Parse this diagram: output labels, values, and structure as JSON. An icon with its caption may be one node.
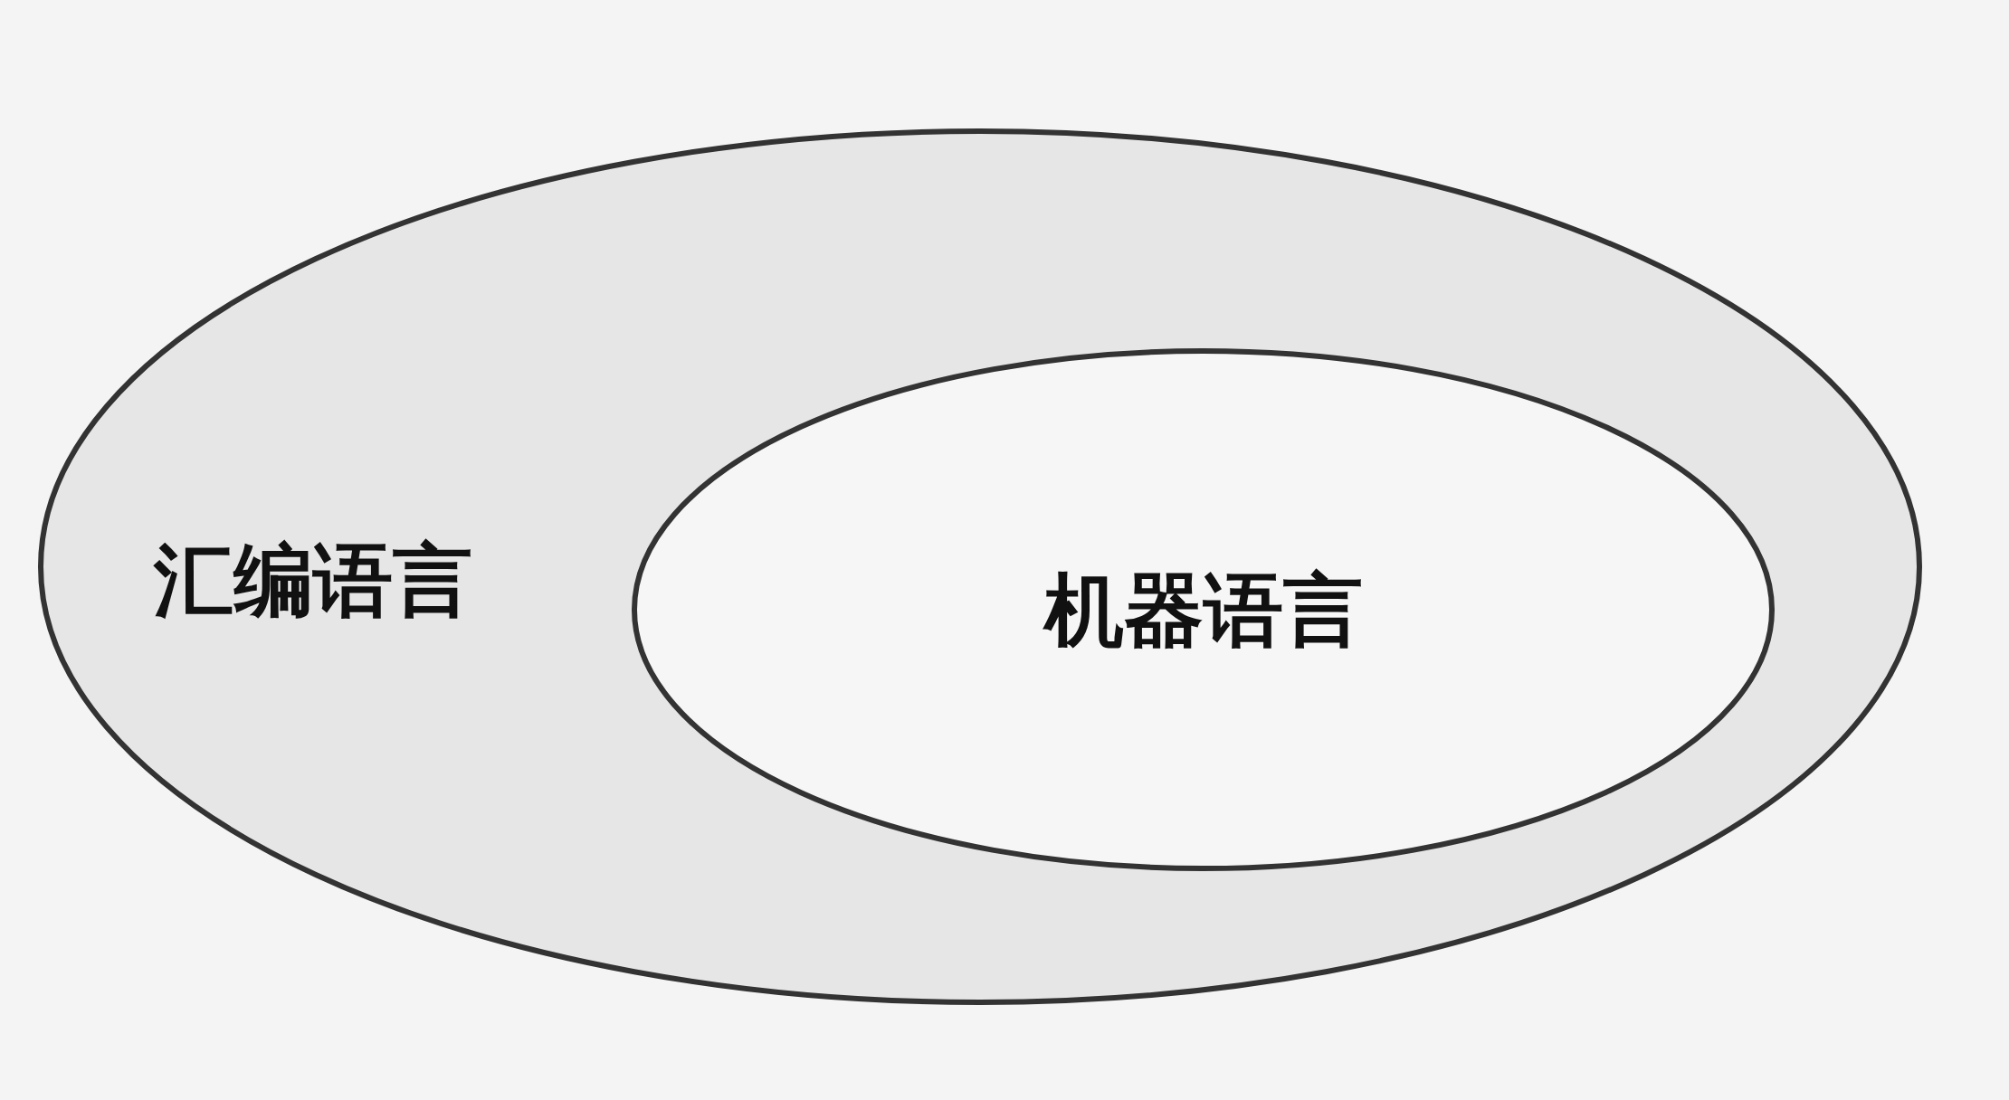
{
  "diagram": {
    "nodes": [
      {
        "text": [
          "汇编语言"
        ]
      },
      {
        "text": [
          "机器语言"
        ],
        "in": 0
      }
    ]
  }
}
